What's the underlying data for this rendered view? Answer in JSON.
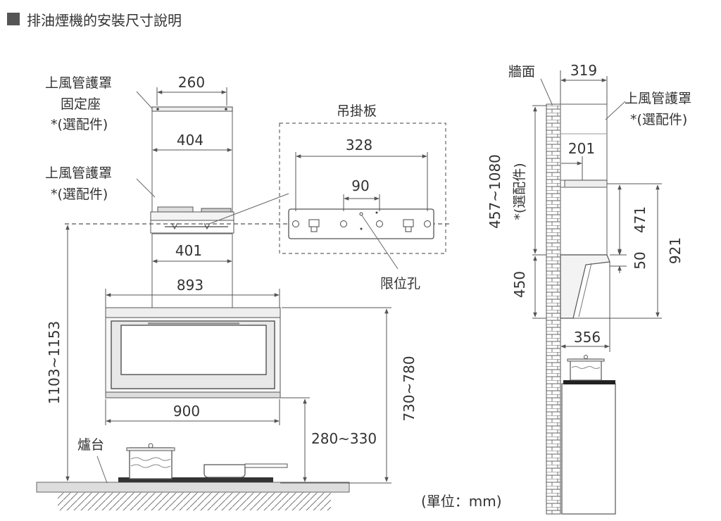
{
  "title": "排油煙機的安裝尺寸說明",
  "labels": {
    "upper_cover_fixing_1": "上風管護罩",
    "upper_cover_fixing_2": "固定座",
    "upper_cover_fixing_3": "*(選配件)",
    "upper_cover_1": "上風管護罩",
    "upper_cover_2": "*(選配件)",
    "hanging_plate": "吊掛板",
    "limit_hole": "限位孔",
    "stove": "爐台",
    "wall": "牆面",
    "side_upper_cover_1": "上風管護罩",
    "side_upper_cover_2": "*(選配件)",
    "side_optional": "*(選配件)",
    "unit": "(單位：mm)"
  },
  "dimensions": {
    "d260": "260",
    "d404": "404",
    "d401": "401",
    "d893": "893",
    "d900": "900",
    "d328": "328",
    "d90": "90",
    "d1103": "1103~1153",
    "d730": "730~780",
    "d280": "280~330",
    "d319": "319",
    "d201": "201",
    "d457": "457~1080",
    "d450": "450",
    "d471": "471",
    "d50": "50",
    "d921": "921",
    "d356": "356"
  }
}
